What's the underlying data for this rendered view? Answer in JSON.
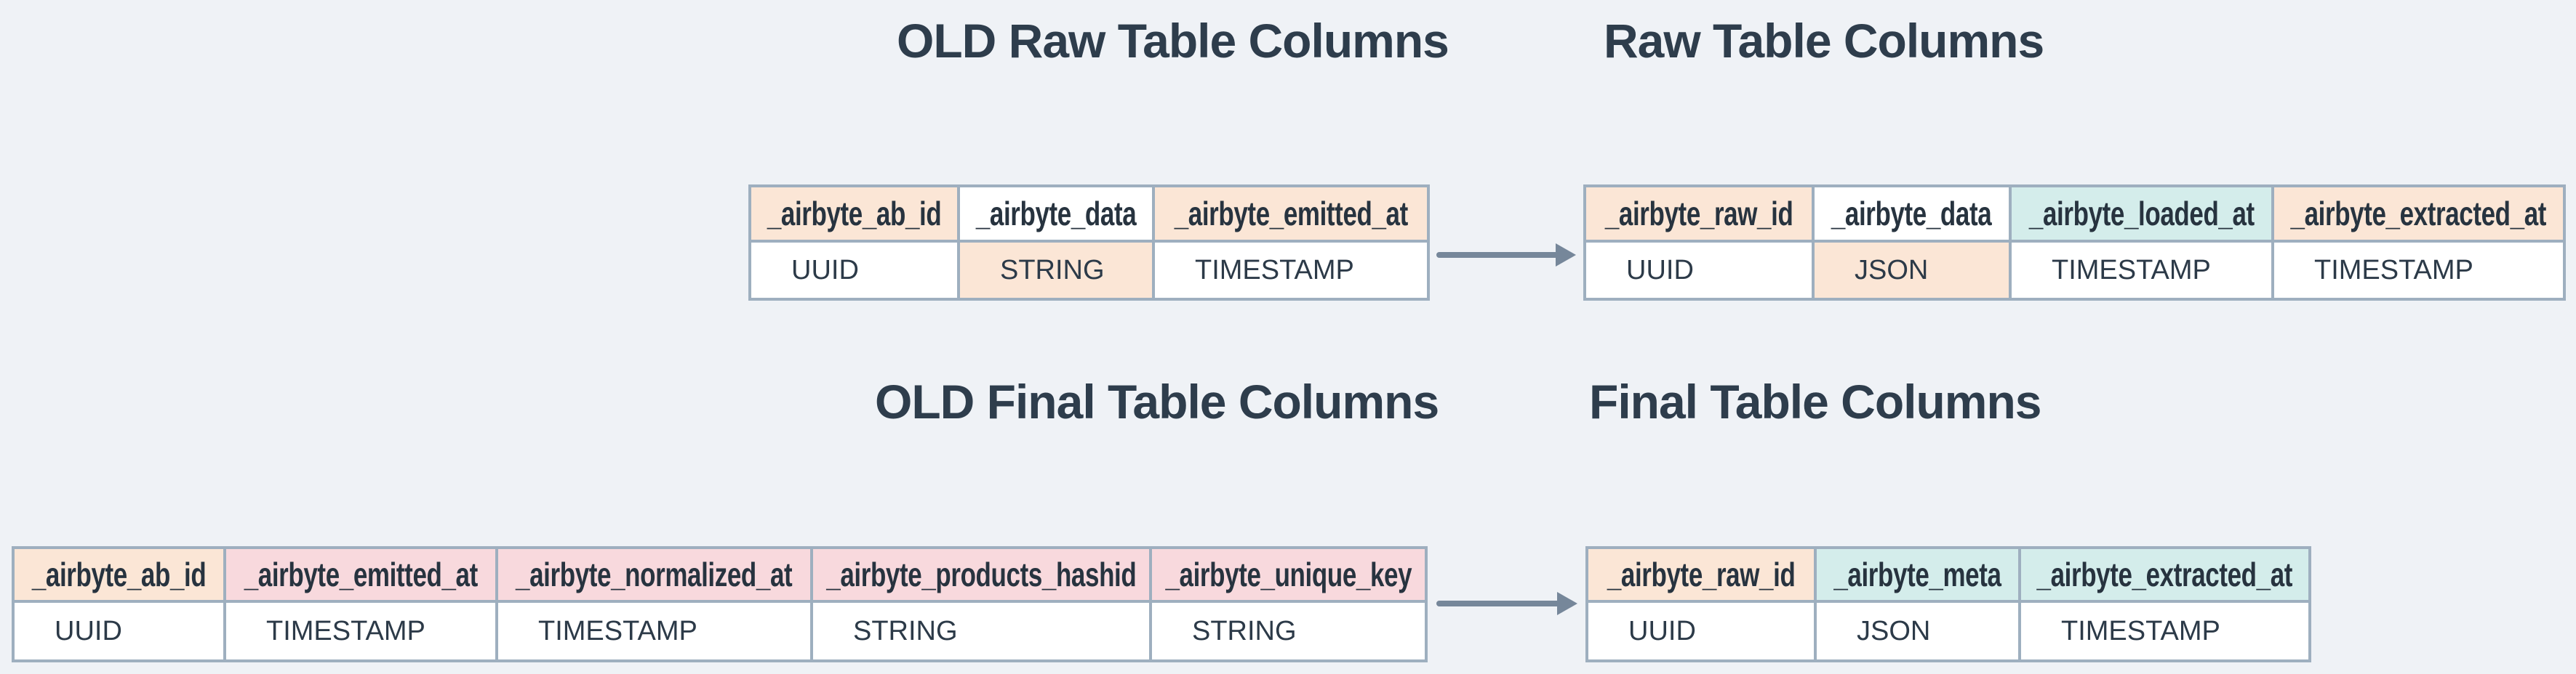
{
  "diagram": {
    "background": "#eff2f6",
    "colors": {
      "peach": "#fbe6d6",
      "pink": "#f8d9dd",
      "teal": "#d4edeb",
      "white": "#ffffff",
      "border": "#9eafbf",
      "text": "#2c3a48",
      "arrow": "#76879a"
    },
    "titles": {
      "old_raw": "OLD Raw Table Columns",
      "new_raw": "Raw Table Columns",
      "old_final": "OLD Final Table Columns",
      "new_final": "Final Table Columns"
    },
    "tables": {
      "old_raw": {
        "columns": [
          {
            "name": "_airbyte_ab_id",
            "type": "UUID",
            "header_bg": "peach",
            "type_bg": "white"
          },
          {
            "name": "_airbyte_data",
            "type": "STRING",
            "header_bg": "white",
            "type_bg": "peach"
          },
          {
            "name": "_airbyte_emitted_at",
            "type": "TIMESTAMP",
            "header_bg": "peach",
            "type_bg": "white"
          }
        ]
      },
      "new_raw": {
        "columns": [
          {
            "name": "_airbyte_raw_id",
            "type": "UUID",
            "header_bg": "peach",
            "type_bg": "white"
          },
          {
            "name": "_airbyte_data",
            "type": "JSON",
            "header_bg": "white",
            "type_bg": "peach"
          },
          {
            "name": "_airbyte_loaded_at",
            "type": "TIMESTAMP",
            "header_bg": "teal",
            "type_bg": "white"
          },
          {
            "name": "_airbyte_extracted_at",
            "type": "TIMESTAMP",
            "header_bg": "peach",
            "type_bg": "white"
          }
        ]
      },
      "old_final": {
        "columns": [
          {
            "name": "_airbyte_ab_id",
            "type": "UUID",
            "header_bg": "peach",
            "type_bg": "white"
          },
          {
            "name": "_airbyte_emitted_at",
            "type": "TIMESTAMP",
            "header_bg": "pink",
            "type_bg": "white"
          },
          {
            "name": "_airbyte_normalized_at",
            "type": "TIMESTAMP",
            "header_bg": "pink",
            "type_bg": "white"
          },
          {
            "name": "_airbyte_products_hashid",
            "type": "STRING",
            "header_bg": "pink",
            "type_bg": "white"
          },
          {
            "name": "_airbyte_unique_key",
            "type": "STRING",
            "header_bg": "pink",
            "type_bg": "white"
          }
        ]
      },
      "new_final": {
        "columns": [
          {
            "name": "_airbyte_raw_id",
            "type": "UUID",
            "header_bg": "peach",
            "type_bg": "white"
          },
          {
            "name": "_airbyte_meta",
            "type": "JSON",
            "header_bg": "teal",
            "type_bg": "white"
          },
          {
            "name": "_airbyte_extracted_at",
            "type": "TIMESTAMP",
            "header_bg": "teal",
            "type_bg": "white"
          }
        ]
      }
    },
    "arrows": [
      {
        "from": "old_raw",
        "to": "new_raw"
      },
      {
        "from": "old_final",
        "to": "new_final"
      }
    ]
  }
}
